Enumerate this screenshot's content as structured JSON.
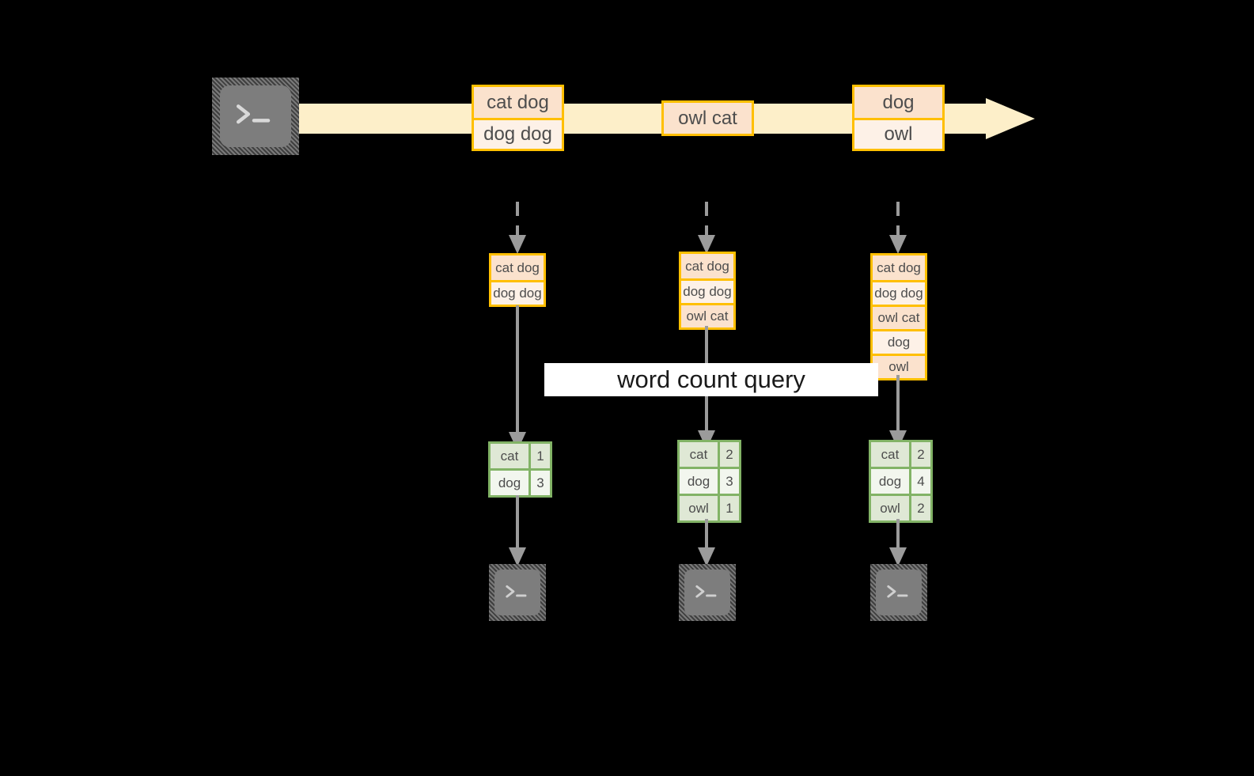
{
  "diagram": {
    "title_banner": "word count query",
    "colors": {
      "background": "#000000",
      "stream_band": "#fdefc9",
      "record_border": "#ffbf00",
      "record_fill_dark": "#fbe2cd",
      "record_fill_light": "#fdf1e7",
      "result_border": "#82b366",
      "result_fill_dark": "#dfe8d5",
      "result_fill_light": "#f2f6ee",
      "connector": "#9b9b9b",
      "terminal_fill": "#7d7d7d",
      "banner_fill": "#ffffff"
    },
    "source": {
      "icon": "terminal-icon"
    },
    "stream": {
      "batches": [
        {
          "lines": [
            "cat dog",
            "dog dog"
          ]
        },
        {
          "lines": [
            "owl cat"
          ]
        },
        {
          "lines": [
            "dog",
            "owl"
          ]
        }
      ]
    },
    "snapshots": [
      {
        "lines": [
          "cat dog",
          "dog dog"
        ]
      },
      {
        "lines": [
          "cat dog",
          "dog dog",
          "owl cat"
        ]
      },
      {
        "lines": [
          "cat dog",
          "dog dog",
          "owl cat",
          "dog",
          "owl"
        ]
      }
    ],
    "results": [
      {
        "rows": [
          {
            "key": "cat",
            "value": "1"
          },
          {
            "key": "dog",
            "value": "3"
          }
        ]
      },
      {
        "rows": [
          {
            "key": "cat",
            "value": "2"
          },
          {
            "key": "dog",
            "value": "3"
          },
          {
            "key": "owl",
            "value": "1"
          }
        ]
      },
      {
        "rows": [
          {
            "key": "cat",
            "value": "2"
          },
          {
            "key": "dog",
            "value": "4"
          },
          {
            "key": "owl",
            "value": "2"
          }
        ]
      }
    ],
    "sinks": [
      {
        "icon": "terminal-icon"
      },
      {
        "icon": "terminal-icon"
      },
      {
        "icon": "terminal-icon"
      }
    ]
  }
}
